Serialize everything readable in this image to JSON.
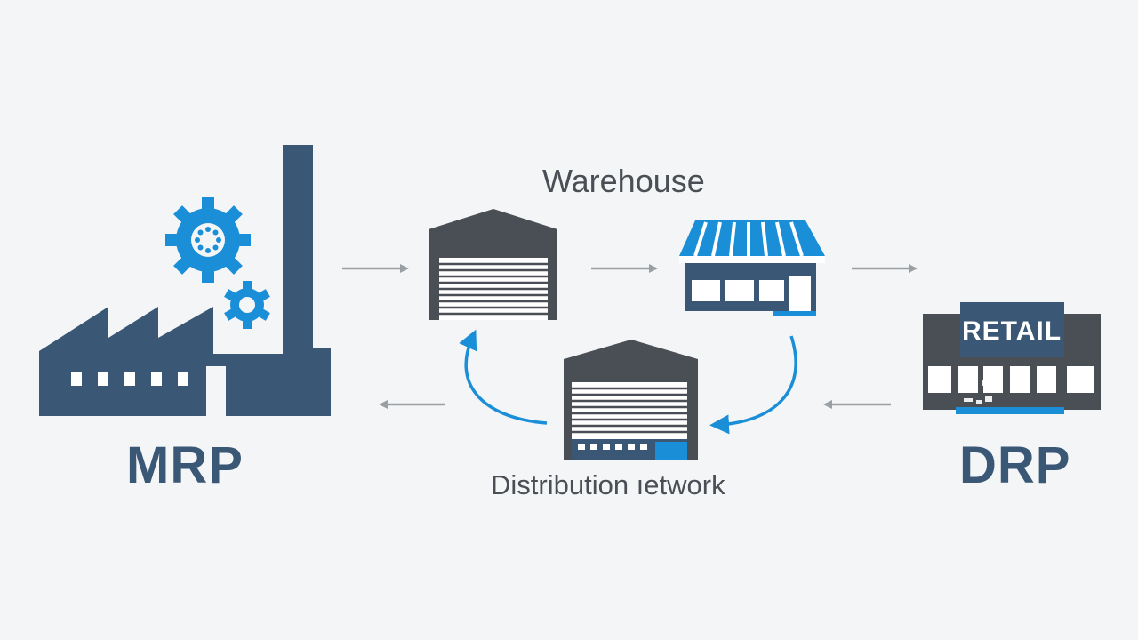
{
  "labels": {
    "mrp": "MRP",
    "drp": "DRP",
    "warehouse": "Warehouse",
    "network": "Distribution ıetwork",
    "retail_sign": "RETAIL"
  },
  "colors": {
    "background": "#f4f5f6",
    "navy": "#3a5775",
    "dark_gray": "#4a4f55",
    "accent_blue": "#1a8fd8",
    "arrow_gray": "#9a9fa4"
  },
  "icons": {
    "factory": "factory-icon",
    "gears": "gear-icon",
    "warehouse": "warehouse-icon",
    "store": "storefront-icon",
    "retail": "retail-store-icon",
    "distribution_center": "distribution-center-icon"
  }
}
